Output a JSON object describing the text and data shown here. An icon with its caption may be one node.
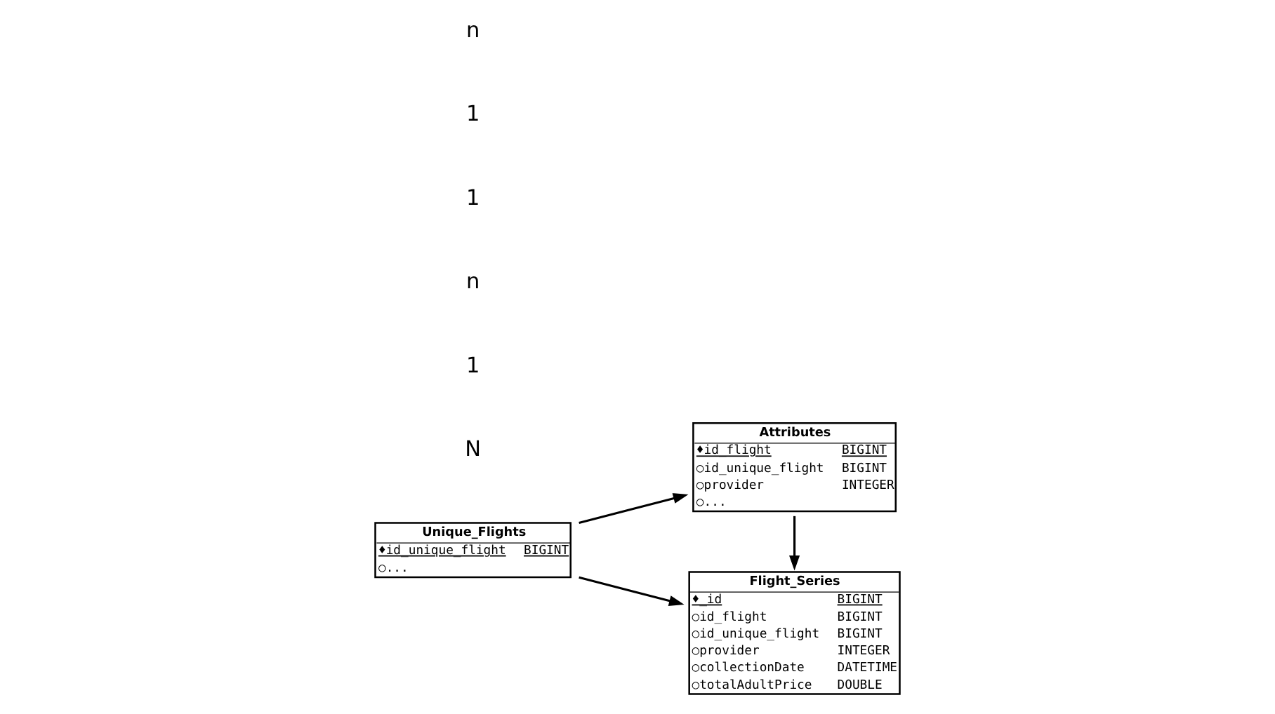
{
  "diagram": {
    "nodes": [
      {
        "text": [
          "Attributes",
          "♦id_flight BIGINT",
          "○id_unique_flight BIGINT",
          "○provider INTEGER",
          "○..."
        ]
      },
      {
        "text": [
          "Flight_Series",
          "♦_id BIGINT",
          "○id_flight BIGINT",
          "○id_unique_flight BIGINT",
          "○provider INTEGER",
          "○collectionDate DATETIME",
          "○totalAdultPrice DOUBLE"
        ]
      },
      {
        "text": [
          "Unique_Flights",
          "♦id_unique_flight BIGINT",
          "○..."
        ]
      }
    ],
    "edges": [
      {
        "from": 2,
        "to": 0,
        "arrow": "to"
      },
      {
        "from": 0,
        "to": 1,
        "arrow": "to"
      },
      {
        "from": 2,
        "to": 1,
        "arrow": "to"
      }
    ],
    "labels": [
      "N",
      "1",
      "n",
      "1",
      "1",
      "n"
    ]
  }
}
